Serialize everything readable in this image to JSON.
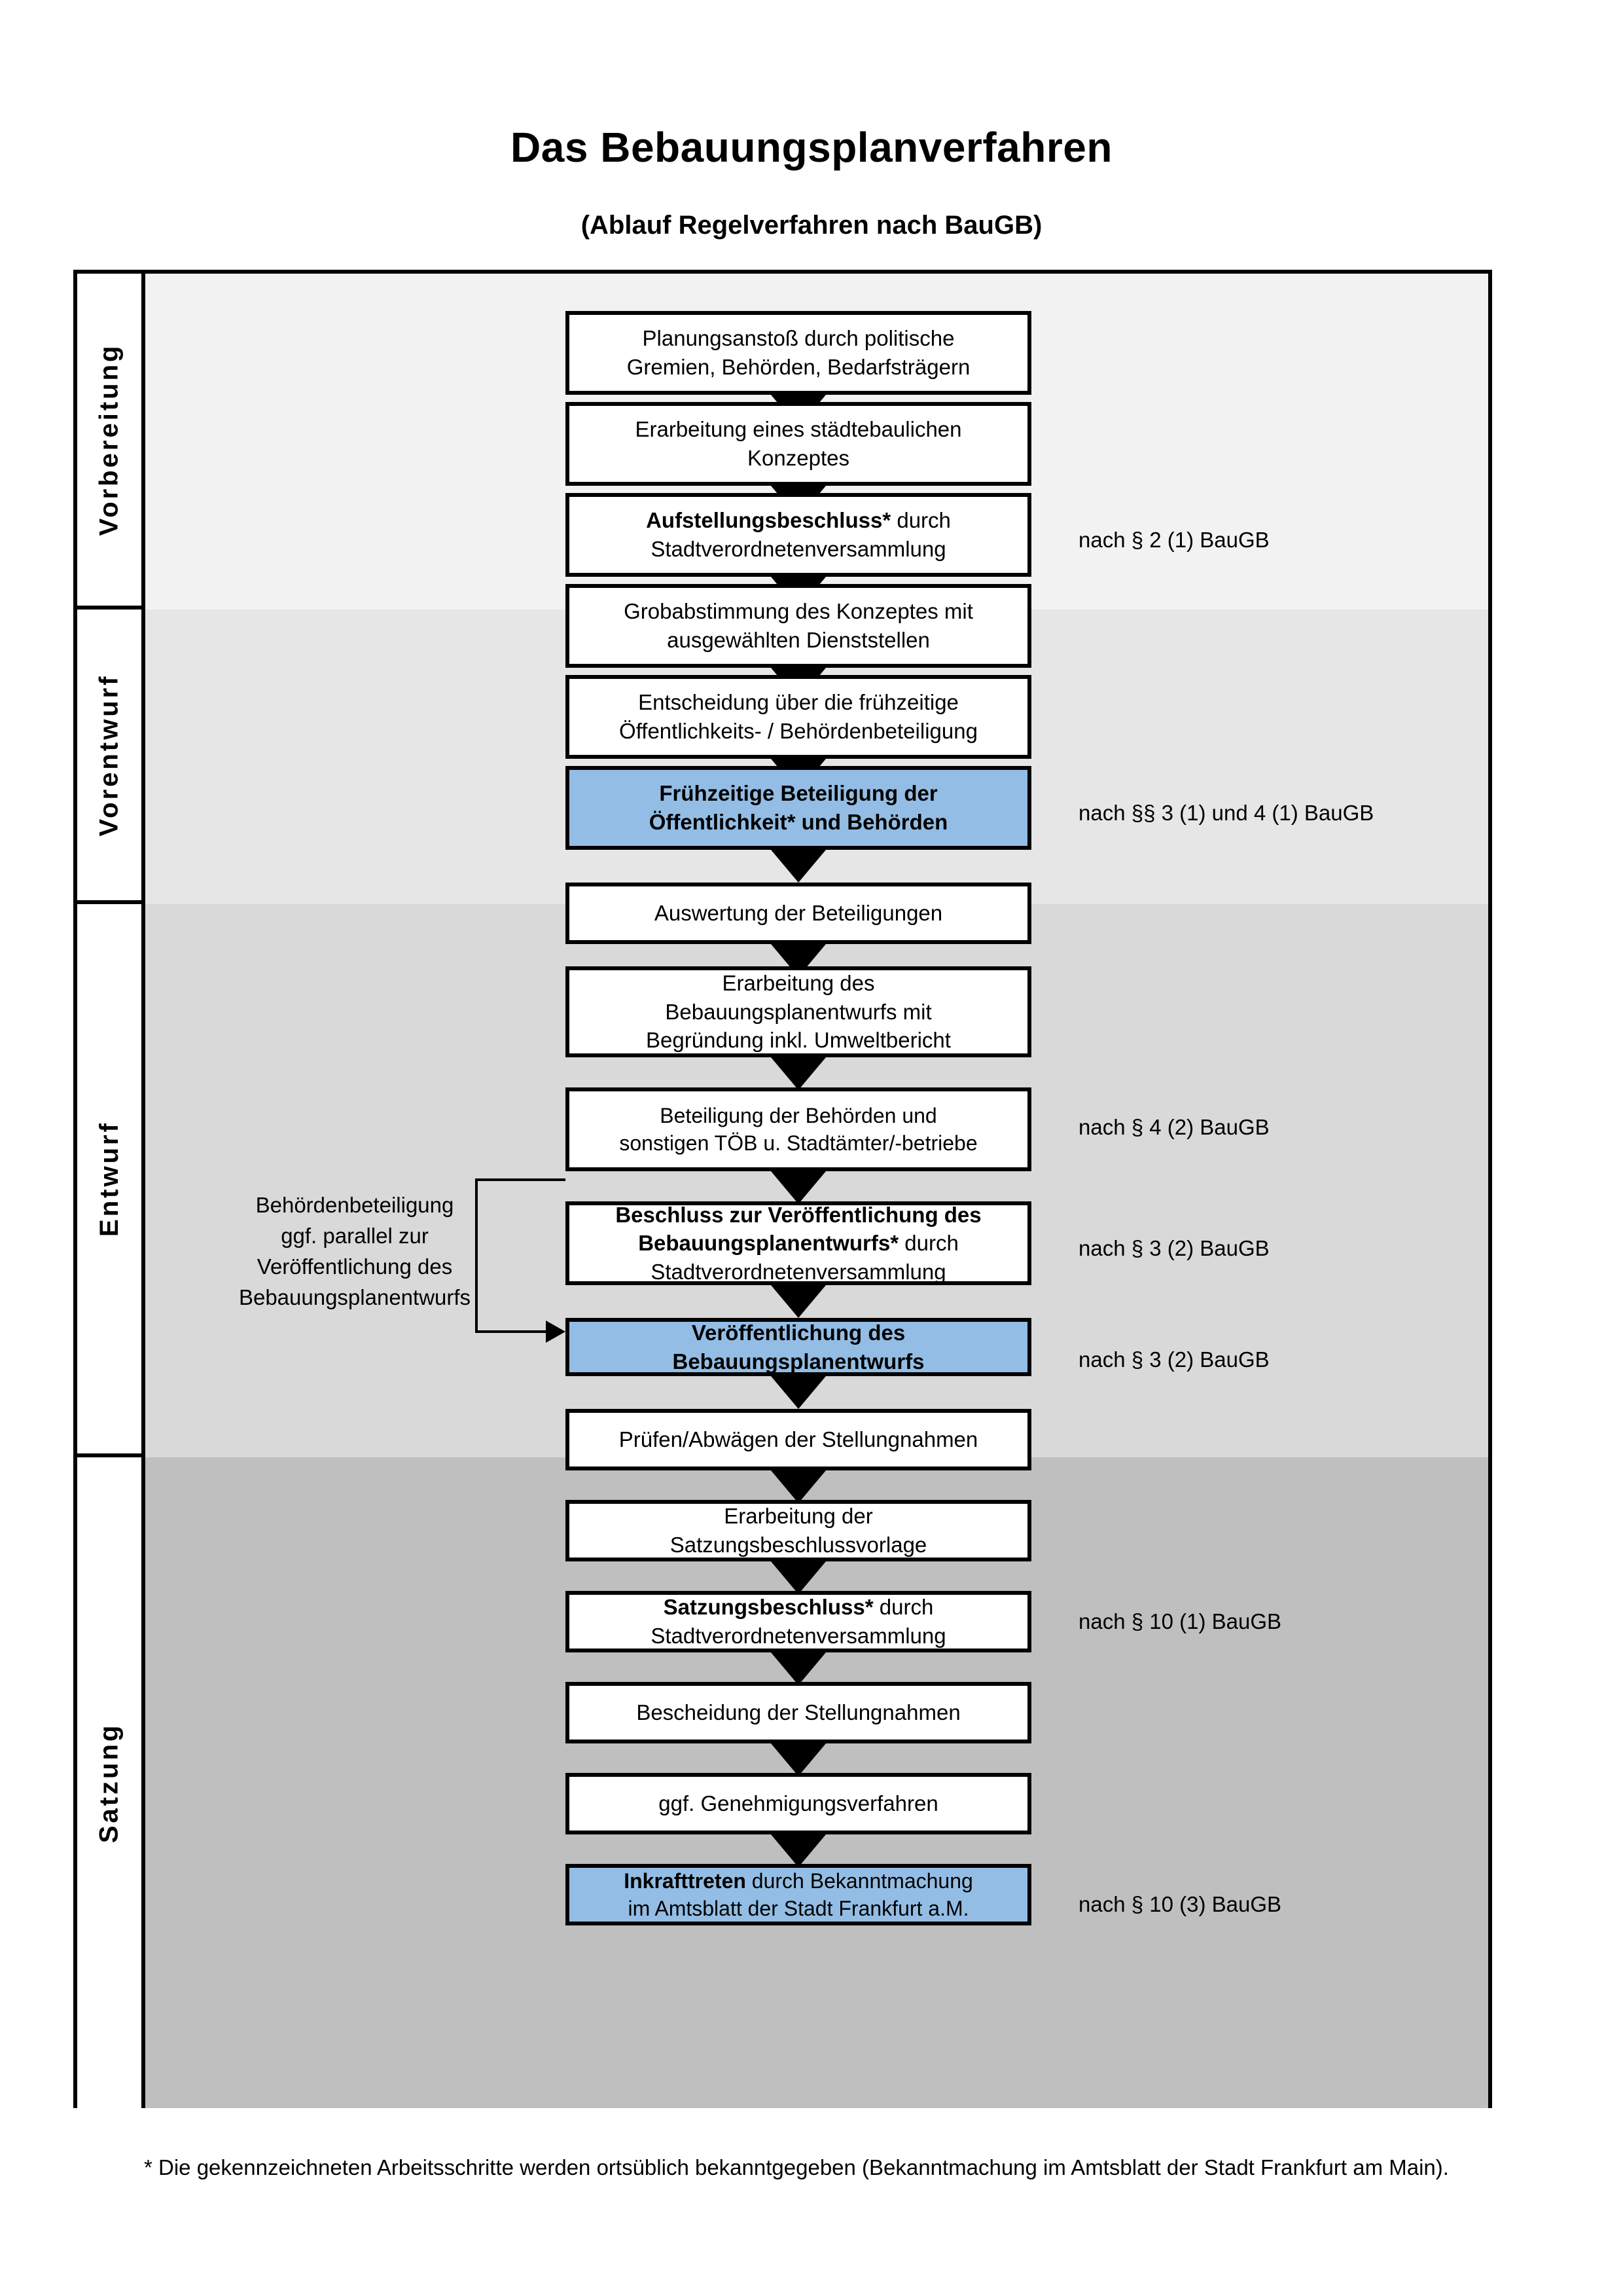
{
  "title": "Das Bebauungsplanverfahren",
  "subtitle": "(Ablauf Regelverfahren nach BauGB)",
  "colors": {
    "highlight_box": "#93BDE4",
    "band_vorbereitung": "#F2F2F2",
    "band_vorentwurf": "#E6E6E6",
    "band_entwurf": "#D9D9D9",
    "band_satzung": "#BFBFBF",
    "border": "#000000"
  },
  "phases": [
    {
      "id": "vorbereitung",
      "label": "Vorbereitung"
    },
    {
      "id": "vorentwurf",
      "label": "Vorentwurf"
    },
    {
      "id": "entwurf",
      "label": "Entwurf"
    },
    {
      "id": "satzung",
      "label": "Satzung"
    }
  ],
  "steps": [
    {
      "id": "planungsanstoss",
      "phase": "vorbereitung",
      "highlight": false,
      "lines": [
        {
          "text": "Planungsanstoß durch politische",
          "bold": false
        },
        {
          "text": "Gremien, Behörden, Bedarfsträgern",
          "bold": false
        }
      ]
    },
    {
      "id": "konzept",
      "phase": "vorbereitung",
      "highlight": false,
      "lines": [
        {
          "text": "Erarbeitung eines städtebaulichen",
          "bold": false
        },
        {
          "text": "Konzeptes",
          "bold": false
        }
      ]
    },
    {
      "id": "aufstellungsbeschluss",
      "phase": "vorbereitung",
      "highlight": false,
      "lines": [
        {
          "text": "Aufstellungsbeschluss* durch",
          "bold": true,
          "mixed": true,
          "bold_part": "Aufstellungsbeschluss*",
          "plain_part": " durch"
        },
        {
          "text": "Stadtverordnetenversammlung",
          "bold": false
        }
      ]
    },
    {
      "id": "grobabstimmung",
      "phase": "vorentwurf",
      "highlight": false,
      "lines": [
        {
          "text": "Grobabstimmung des Konzeptes mit",
          "bold": false
        },
        {
          "text": "ausgewählten Dienststellen",
          "bold": false
        }
      ]
    },
    {
      "id": "entscheidung-fruehzeitig",
      "phase": "vorentwurf",
      "highlight": false,
      "lines": [
        {
          "text": "Entscheidung über die frühzeitige",
          "bold": false
        },
        {
          "text": "Öffentlichkeits- / Behördenbeteiligung",
          "bold": false
        }
      ]
    },
    {
      "id": "fruehzeitige-beteiligung",
      "phase": "vorentwurf",
      "highlight": true,
      "lines": [
        {
          "text": "Frühzeitige Beteiligung der",
          "bold": true
        },
        {
          "text": "Öffentlichkeit* und Behörden",
          "bold": true
        }
      ]
    },
    {
      "id": "auswertung",
      "phase": "entwurf",
      "highlight": false,
      "lines": [
        {
          "text": "Auswertung der Beteiligungen",
          "bold": false
        }
      ]
    },
    {
      "id": "erarbeitung-entwurf",
      "phase": "entwurf",
      "highlight": false,
      "lines": [
        {
          "text": "Erarbeitung des",
          "bold": false
        },
        {
          "text": "Bebauungsplanentwurfs mit",
          "bold": false
        },
        {
          "text": "Begründung inkl. Umweltbericht",
          "bold": false
        }
      ]
    },
    {
      "id": "beteiligung-behoerden",
      "phase": "entwurf",
      "highlight": false,
      "lines": [
        {
          "text": "Beteiligung der Behörden und",
          "bold": false
        },
        {
          "text": "sonstigen TÖB u. Stadtämter/-betriebe",
          "bold": false
        }
      ]
    },
    {
      "id": "beschluss-veroeffentlichung",
      "phase": "entwurf",
      "highlight": false,
      "lines": [
        {
          "text": "Beschluss zur Veröffentlichung des",
          "bold": true
        },
        {
          "text": "Bebauungsplanentwurfs* durch",
          "bold": true,
          "mixed": true,
          "bold_part": "Bebauungsplanentwurfs*",
          "plain_part": " durch"
        },
        {
          "text": "Stadtverordnetenversammlung",
          "bold": false
        }
      ]
    },
    {
      "id": "veroeffentlichung",
      "phase": "entwurf",
      "highlight": true,
      "lines": [
        {
          "text": "Veröffentlichung des",
          "bold": true
        },
        {
          "text": "Bebauungsplanentwurfs",
          "bold": true
        }
      ]
    },
    {
      "id": "pruefen-abwaegen",
      "phase": "satzung",
      "highlight": false,
      "lines": [
        {
          "text": "Prüfen/Abwägen der Stellungnahmen",
          "bold": false
        }
      ]
    },
    {
      "id": "erarbeitung-satzungsvorlage",
      "phase": "satzung",
      "highlight": false,
      "lines": [
        {
          "text": "Erarbeitung der",
          "bold": false
        },
        {
          "text": "Satzungsbeschlussvorlage",
          "bold": false
        }
      ]
    },
    {
      "id": "satzungsbeschluss",
      "phase": "satzung",
      "highlight": false,
      "lines": [
        {
          "text": "Satzungsbeschluss* durch",
          "bold": true,
          "mixed": true,
          "bold_part": "Satzungsbeschluss*",
          "plain_part": " durch"
        },
        {
          "text": "Stadtverordnetenversammlung",
          "bold": false
        }
      ]
    },
    {
      "id": "bescheidung",
      "phase": "satzung",
      "highlight": false,
      "lines": [
        {
          "text": "Bescheidung der Stellungnahmen",
          "bold": false
        }
      ]
    },
    {
      "id": "genehmigungsverfahren",
      "phase": "satzung",
      "highlight": false,
      "lines": [
        {
          "text": "ggf. Genehmigungsverfahren",
          "bold": false
        }
      ]
    },
    {
      "id": "inkrafttreten",
      "phase": "satzung",
      "highlight": true,
      "lines": [
        {
          "text": "Inkrafttreten durch Bekanntmachung",
          "bold": true,
          "mixed": true,
          "bold_part": "Inkrafttreten",
          "plain_part": " durch Bekanntmachung"
        },
        {
          "text": "im Amtsblatt der Stadt Frankfurt a.M.",
          "bold": false
        }
      ]
    }
  ],
  "side_note": {
    "lines": [
      "Behördenbeteiligung",
      "ggf. parallel zur",
      "Veröffentlichung des",
      "Bebauungsplanentwurfs"
    ]
  },
  "legal_refs": [
    {
      "id": "ref-par2-1",
      "text": "nach § 2 (1) BauGB"
    },
    {
      "id": "ref-par3-4-1",
      "text": "nach §§ 3 (1) und 4 (1) BauGB"
    },
    {
      "id": "ref-par4-2",
      "text": "nach § 4 (2) BauGB"
    },
    {
      "id": "ref-par3-2a",
      "text": "nach § 3 (2) BauGB"
    },
    {
      "id": "ref-par3-2b",
      "text": "nach § 3 (2) BauGB"
    },
    {
      "id": "ref-par10-1",
      "text": "nach § 10 (1) BauGB"
    },
    {
      "id": "ref-par10-3",
      "text": "nach § 10 (3) BauGB"
    }
  ],
  "footnote": "* Die gekennzeichneten Arbeitsschritte werden ortsüblich bekanntgegeben (Bekanntmachung im Amtsblatt  der Stadt Frankfurt am Main).",
  "chart_data": {
    "type": "diagram",
    "title": "Das Bebauungsplanverfahren",
    "subtitle": "(Ablauf Regelverfahren nach BauGB)",
    "orientation": "vertical-flow",
    "swimlanes": [
      "Vorbereitung",
      "Vorentwurf",
      "Entwurf",
      "Satzung"
    ],
    "node_count": 17,
    "highlighted_nodes": [
      "Frühzeitige Beteiligung der Öffentlichkeit* und Behörden",
      "Veröffentlichung des Bebauungsplanentwurfs",
      "Inkrafttreten durch Bekanntmachung im Amtsblatt der Stadt Frankfurt a.M."
    ],
    "annotations": [
      "Behördenbeteiligung ggf. parallel zur Veröffentlichung des Bebauungsplanentwurfs"
    ]
  }
}
